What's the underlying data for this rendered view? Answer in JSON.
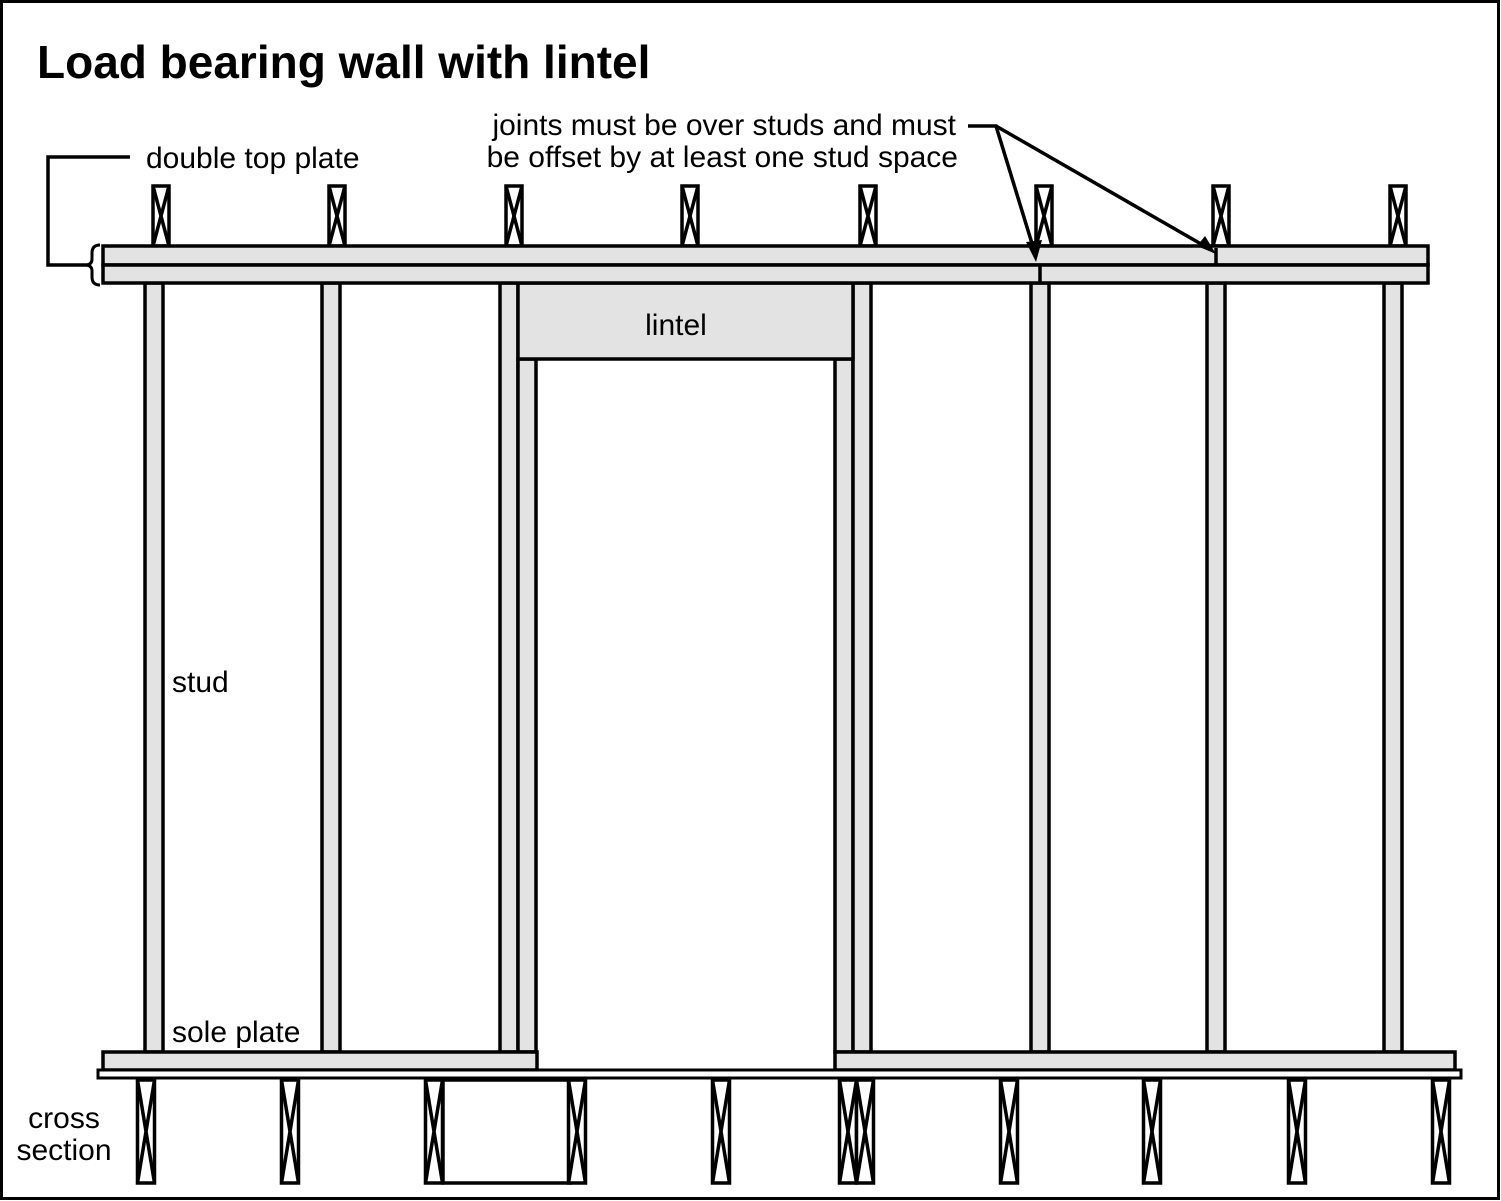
{
  "title": "Load bearing wall with lintel",
  "labels": {
    "double_top_plate": "double top plate",
    "joints_line1": "joints must be over studs and must",
    "joints_line2": "be offset by at least one stud space",
    "lintel": "lintel",
    "stud": "stud",
    "sole_plate": "sole plate",
    "cross_section_line1": "cross",
    "cross_section_line2": "section"
  },
  "colors": {
    "wood_fill": "#e3e3e3",
    "line": "#000000"
  }
}
